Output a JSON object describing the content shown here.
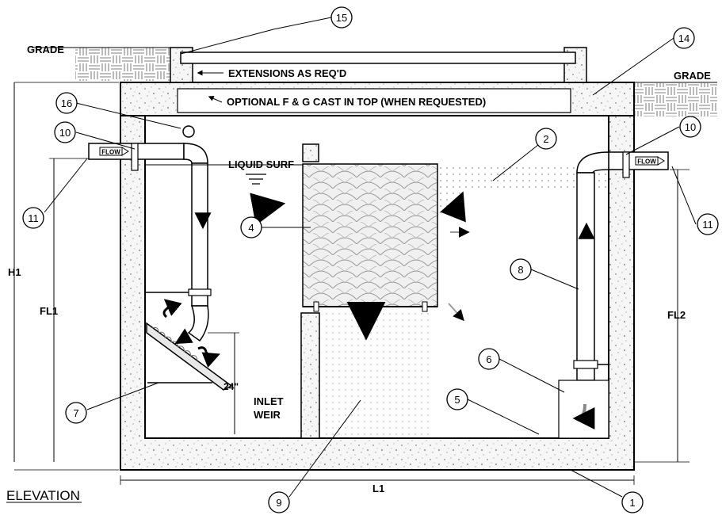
{
  "labels": {
    "grade_left": "GRADE",
    "grade_right": "GRADE",
    "extensions": "EXTENSIONS AS REQ'D",
    "optional_cast": "OPTIONAL F & G CAST IN TOP (WHEN REQUESTED)",
    "liquid_surf": "LIQUID SURF",
    "flow_in": "FLOW",
    "flow_out": "FLOW",
    "inlet": "INLET",
    "weir": "WEIR",
    "dim_24": "24\"",
    "h1": "H1",
    "fl1": "FL1",
    "fl2": "FL2",
    "l1": "L1",
    "elevation": "ELEVATION"
  },
  "callouts": {
    "c1": "1",
    "c2": "2",
    "c4": "4",
    "c5": "5",
    "c6": "6",
    "c7": "7",
    "c8": "8",
    "c9": "9",
    "c10a": "10",
    "c10b": "10",
    "c11a": "11",
    "c11b": "11",
    "c14": "14",
    "c15": "15",
    "c16": "16"
  },
  "colors": {
    "line": "#000000",
    "concrete_fill": "#f4f4f4",
    "speckle": "#8a8a8a",
    "arrow": "#9a9a9a"
  }
}
